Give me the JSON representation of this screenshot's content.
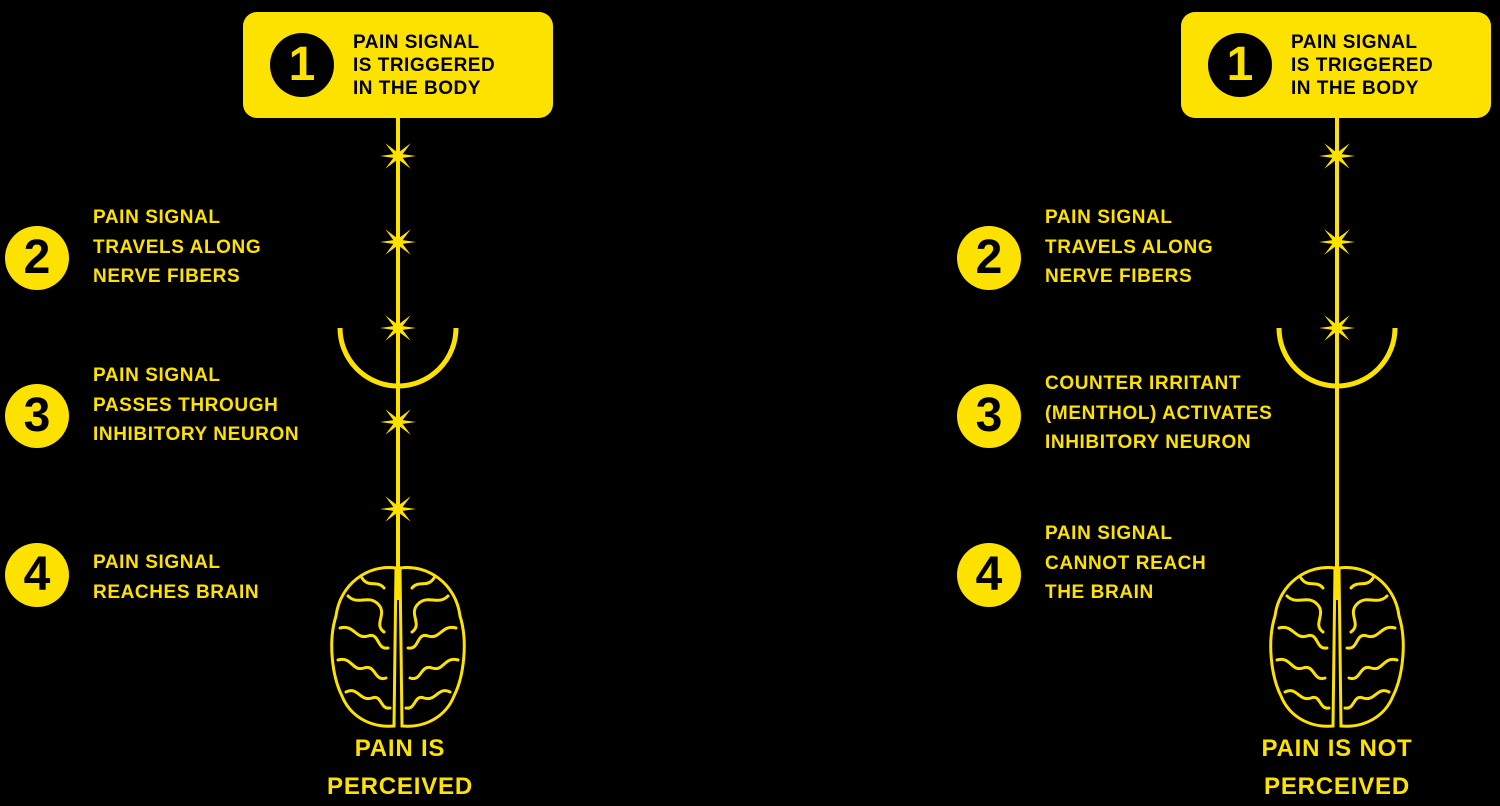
{
  "colors": {
    "accent": "#fde200",
    "background": "#000000"
  },
  "panels": [
    {
      "id": "normal-pathway",
      "title_number": "1",
      "title_text": "PAIN SIGNAL\nIS TRIGGERED\nIN THE BODY",
      "steps": [
        {
          "number": "2",
          "text": "PAIN SIGNAL\nTRAVELS ALONG\nNERVE FIBERS"
        },
        {
          "number": "3",
          "text": "PAIN SIGNAL\nPASSES THROUGH\nINHIBITORY NEURON"
        },
        {
          "number": "4",
          "text": "PAIN SIGNAL\nREACHES BRAIN"
        }
      ],
      "result": "PAIN IS\nPERCEIVED",
      "icons": [
        "star-spark-icon",
        "inhibitory-neuron-arc-icon",
        "brain-icon"
      ]
    },
    {
      "id": "counter-irritant-pathway",
      "title_number": "1",
      "title_text": "PAIN SIGNAL\nIS TRIGGERED\nIN THE BODY",
      "steps": [
        {
          "number": "2",
          "text": "PAIN SIGNAL\nTRAVELS ALONG\nNERVE FIBERS"
        },
        {
          "number": "3",
          "text": "COUNTER IRRITANT\n(MENTHOL) ACTIVATES\nINHIBITORY NEURON"
        },
        {
          "number": "4",
          "text": "PAIN SIGNAL\nCANNOT REACH\nTHE BRAIN"
        }
      ],
      "result": "PAIN IS NOT\nPERCEIVED",
      "icons": [
        "star-spark-icon",
        "inhibitory-neuron-arc-icon",
        "brain-icon"
      ]
    }
  ]
}
